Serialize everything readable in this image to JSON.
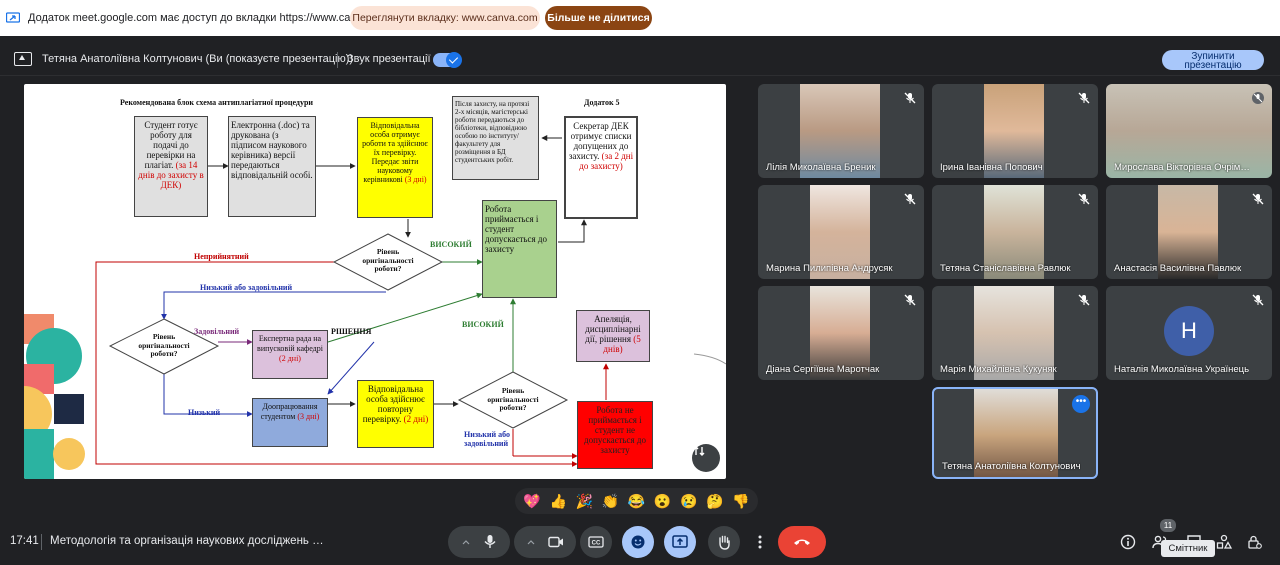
{
  "share_bar": {
    "message": "Додаток meet.google.com має доступ до вкладки https://www.canva.com",
    "view_tab_label": "Переглянути вкладку: www.canva.com",
    "stop_sharing_label": "Більше не ділитися"
  },
  "presenting_bar": {
    "title": "Тетяна Анатоліївна Колтунович (Ви (показуєте презентацію))",
    "audio_label": "Звук презентації",
    "stop_presenting_label": "Зупинити презентацію"
  },
  "slide": {
    "title": "Рекомендована блок схема антиплагіатної процедури",
    "appendix": "Додаток 5",
    "box1": "Студент готує роботу для подачі до перевірки на плагіат.",
    "box1_red": "(за 14 днів до захисту в ДЕК)",
    "box2": "Електронна (.doc) та друкована (з підписом наукового керівника) версії передаються відповідальній особі.",
    "box3": "Відповідальна особа отримує роботи та здійснює їх перевірку. Передає звіти науковому керівникові",
    "box3_red": "(3 дні)",
    "box4": "Після захисту, на протязі 2-х місяців, магістерські роботи передаються до бібліотеки, відповідною особою по інституту/факультету для розміщення в БД студентських робіт.",
    "box5": "Секретар ДЕК отримує списки допущених до захисту.",
    "box5_red": "(за 2 дні до захисту)",
    "box6": "Робота приймається і студент допускається до захисту",
    "diamond1": "Рівень оригінальності роботи?",
    "diamond2": "Рівень оригінальності роботи?",
    "diamond3": "Рівень оригінальності роботи?",
    "label_unacceptable": "Неприйнятний",
    "label_high1": "ВИСОКИЙ",
    "label_low_or_sat": "Низький або задовільний",
    "label_sat": "Задовільний",
    "label_decision": "РІШЕННЯ",
    "label_high2": "ВИСОКИЙ",
    "label_low": "Низький",
    "label_low_or_sat2": "Низький або задовільний",
    "box7": "Експертна рада на випусковій кафедрі",
    "box7_red": "(2 дні)",
    "box8": "Доопрацювання студентом",
    "box8_red": "(3 дні)",
    "box9": "Відповідальна особа здійснює повторну перевірку.",
    "box9_red": "(2 дні)",
    "box10": "Апеляція, дисциплінарні дії, рішення",
    "box10_red": "(5 днів)",
    "box11": "Робота не приймається і студент не допускається до захисту"
  },
  "participants": [
    {
      "name": "Лілія Миколаївна Бреник",
      "muted": true
    },
    {
      "name": "Ірина Іванівна Попович",
      "muted": true
    },
    {
      "name": "Мирослава Вікторівна Очрім…",
      "muted": true
    },
    {
      "name": "Марина Пилипівна Андрусяк",
      "muted": true
    },
    {
      "name": "Тетяна Станіславівна Равлюк",
      "muted": true
    },
    {
      "name": "Анастасія Василівна Павлюк",
      "muted": true
    },
    {
      "name": "Діана Сергіївна Маротчак",
      "muted": true
    },
    {
      "name": "Марія Михайлівна Кукуняк",
      "muted": true
    },
    {
      "name": "Наталія Миколаївна Українець",
      "muted": true,
      "initial": "H"
    },
    {
      "name": "Тетяна Анатоліївна Колтунович",
      "muted": false
    }
  ],
  "reactions": [
    "💖",
    "👍",
    "🎉",
    "👏",
    "😂",
    "😮",
    "😢",
    "🤔",
    "👎"
  ],
  "bottom_bar": {
    "time": "17:41",
    "meeting_title": "Методологія та організація наукових досліджень …",
    "people_count": "11",
    "tooltip": "Сміттник"
  },
  "colors": {
    "accent": "#8ab4f8",
    "end_call": "#ea4335",
    "box_yellow": "#ffff00",
    "box_green": "#a9d18e",
    "box_pink": "#dcc1dc",
    "box_blue": "#8faadc",
    "box_red": "#ff0000"
  }
}
